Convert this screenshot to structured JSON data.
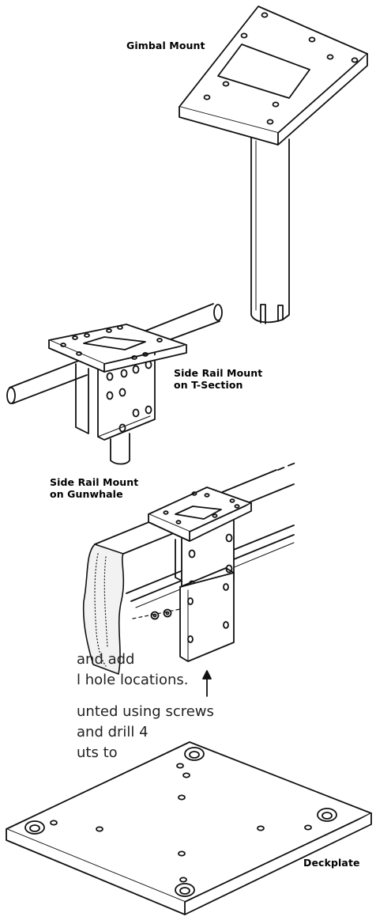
{
  "labels": {
    "gimbal_mount": "Gimbal Mount",
    "side_rail_t_line1": "Side Rail Mount",
    "side_rail_t_line2": "on T-Section",
    "side_rail_g_line1": "Side Rail Mount",
    "side_rail_g_line2": "on Gunwhale",
    "deckplate": "Deckplate"
  },
  "text_fragments": [
    "and add",
    "l hole locations.",
    "unted using screws",
    "and drill 4",
    "uts to"
  ]
}
